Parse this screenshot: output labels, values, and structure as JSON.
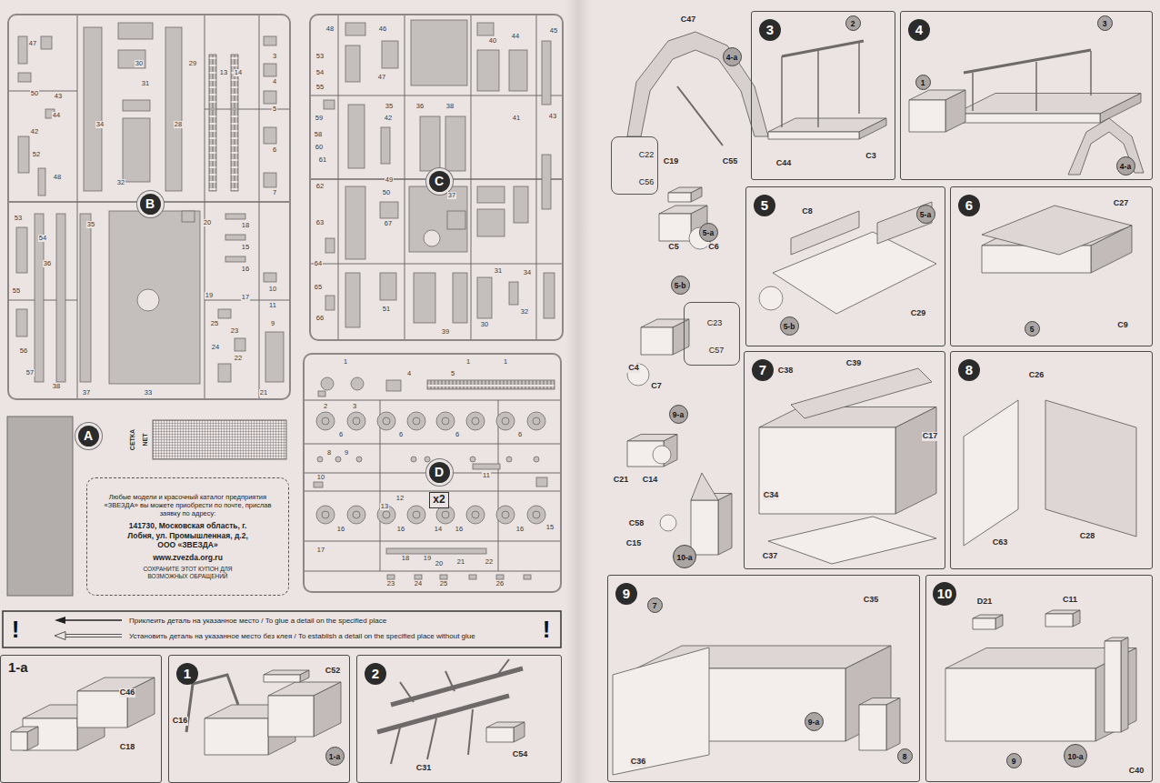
{
  "diagram": {
    "nodes": [
      {
        "text": [
          "B"
        ]
      },
      {
        "text": [
          "C"
        ]
      },
      {
        "text": [
          "A"
        ]
      },
      {
        "text": [
          "D",
          "x2"
        ]
      },
      {
        "text": [
          "Любые модели и красочный каталог предприятия «ЗВЕЗДА» вы можете приобрести по почте, прислав заявку по адресу:",
          "141730, Московская область, г. Лобня, ул. Промышленная, д.2, ООО «ЗВЕЗДА»",
          "www.zvezda.org.ru",
          "СОХРАНИТЕ ЭТОТ КУПОН ДЛЯ ВОЗМОЖНЫХ ОБРАЩЕНИЙ"
        ]
      },
      {
        "text": [
          "1-a"
        ]
      },
      {
        "text": [
          "1"
        ]
      },
      {
        "text": [
          "2"
        ]
      },
      {
        "text": [
          "C22",
          "C56"
        ]
      },
      {
        "text": [
          "3"
        ]
      },
      {
        "text": [
          "4"
        ]
      },
      {
        "text": [
          "5"
        ]
      },
      {
        "text": [
          "6"
        ]
      },
      {
        "text": [
          "C23",
          "C57"
        ]
      },
      {
        "text": [
          "7"
        ]
      },
      {
        "text": [
          "8"
        ]
      },
      {
        "text": [
          "9"
        ]
      },
      {
        "text": [
          "10"
        ]
      }
    ],
    "labels": [
      "47",
      "50",
      "43",
      "44",
      "42",
      "52",
      "48",
      "53",
      "54",
      "36",
      "35",
      "55",
      "56",
      "57",
      "38",
      "37",
      "33",
      "34",
      "32",
      "30",
      "31",
      "29",
      "13",
      "14",
      "3",
      "4",
      "5",
      "6",
      "7",
      "28",
      "20",
      "18",
      "15",
      "16",
      "19",
      "17",
      "10",
      "11",
      "9",
      "25",
      "23",
      "24",
      "22",
      "21",
      "48",
      "46",
      "40",
      "44",
      "45",
      "53",
      "54",
      "55",
      "47",
      "35",
      "36",
      "38",
      "42",
      "41",
      "43",
      "59",
      "58",
      "60",
      "61",
      "62",
      "49",
      "37",
      "50",
      "63",
      "67",
      "64",
      "31",
      "34",
      "65",
      "51",
      "32",
      "66",
      "30",
      "39",
      "1",
      "1",
      "1",
      "4",
      "5",
      "2",
      "3",
      "6",
      "6",
      "6",
      "6",
      "8",
      "9",
      "10",
      "11",
      "12",
      "13",
      "14",
      "15",
      "16",
      "16",
      "16",
      "16",
      "17",
      "18",
      "19",
      "20",
      "21",
      "22",
      "23",
      "24",
      "25",
      "26",
      "СЕТКА",
      "NET",
      "!",
      "!",
      "C46",
      "C18",
      "C52",
      "C16",
      "1-a",
      "C31",
      "C54",
      "C47",
      "4-a",
      "C19",
      "C55",
      "2",
      "C44",
      "C3",
      "3",
      "1",
      "4-a",
      "5-a",
      "C5",
      "C6",
      "C8",
      "5-a",
      "5-b",
      "C29",
      "C27",
      "5",
      "C9",
      "5-b",
      "C4",
      "C7",
      "C38",
      "C39",
      "C17",
      "C34",
      "C37",
      "C26",
      "C63",
      "C28",
      "9-a",
      "C21",
      "C14",
      "C58",
      "C15",
      "10-a",
      "7",
      "C35",
      "9-a",
      "C36",
      "8",
      "D21",
      "C11",
      "9",
      "10-a",
      "C40"
    ],
    "legend": [
      {
        "text": "Приклеить деталь на указанное место / To glue a detail on the specified place"
      },
      {
        "text": "Установить деталь на указанное место без клея / To establish a detail on the specified place without glue"
      }
    ]
  }
}
